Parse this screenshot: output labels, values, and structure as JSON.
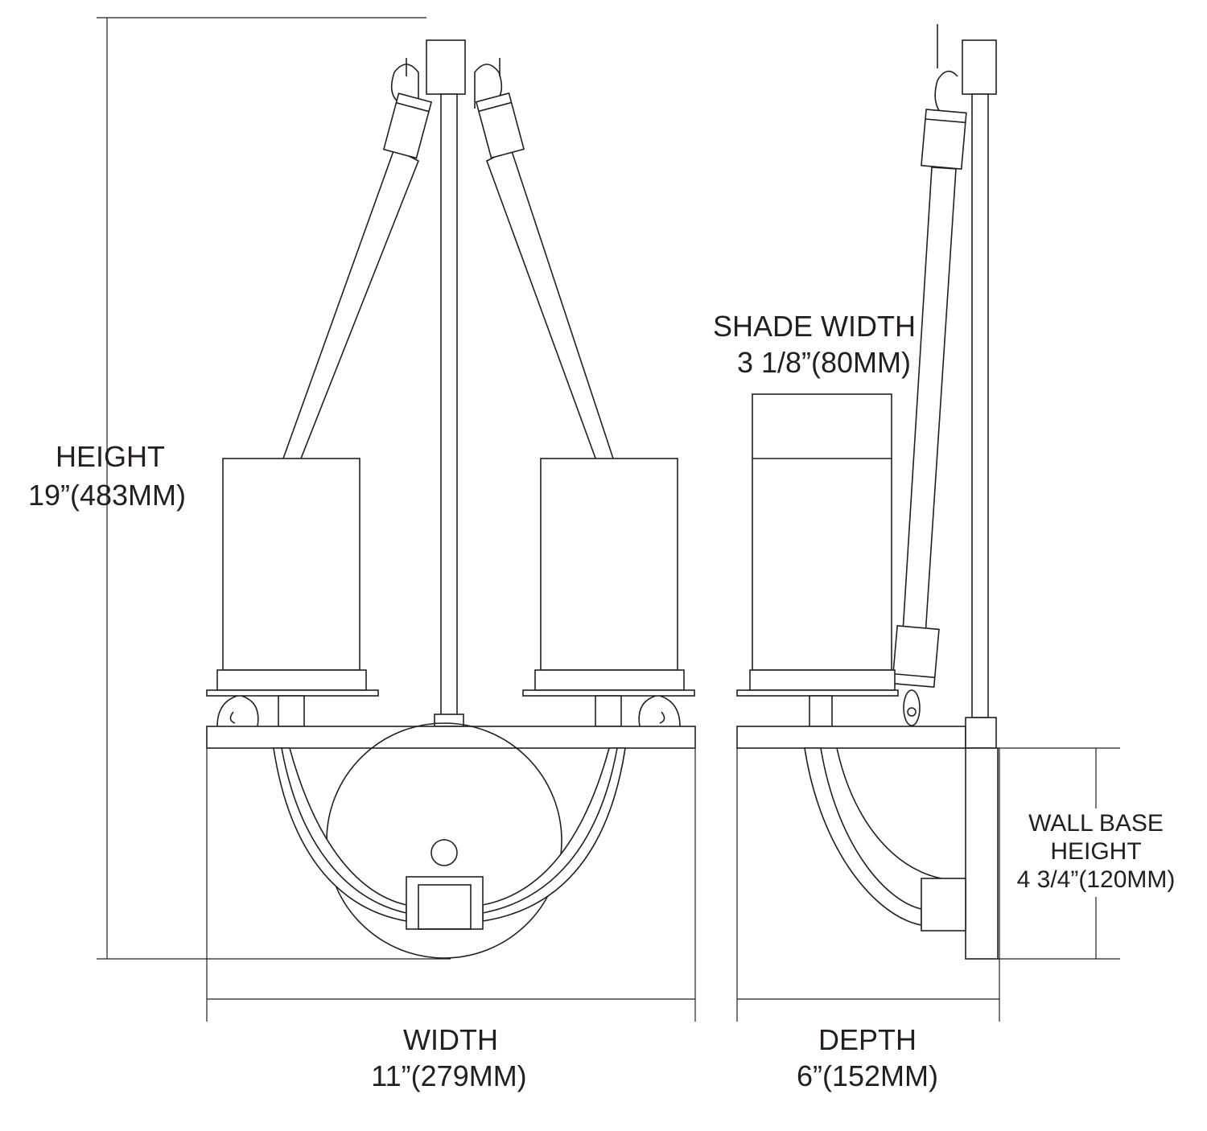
{
  "dimensions": {
    "height": {
      "label": "HEIGHT",
      "value": "19”(483MM)"
    },
    "width": {
      "label": "WIDTH",
      "value": "11”(279MM)"
    },
    "depth": {
      "label": "DEPTH",
      "value": "6”(152MM)"
    },
    "shade_width": {
      "label": "SHADE WIDTH",
      "value": "3 1/8”(80MM)"
    },
    "wall_base_height": {
      "label_line1": "WALL BASE",
      "label_line2": "HEIGHT",
      "value": "4 3/4”(120MM)"
    }
  },
  "colors": {
    "line": "#231f20",
    "background": "#ffffff"
  }
}
